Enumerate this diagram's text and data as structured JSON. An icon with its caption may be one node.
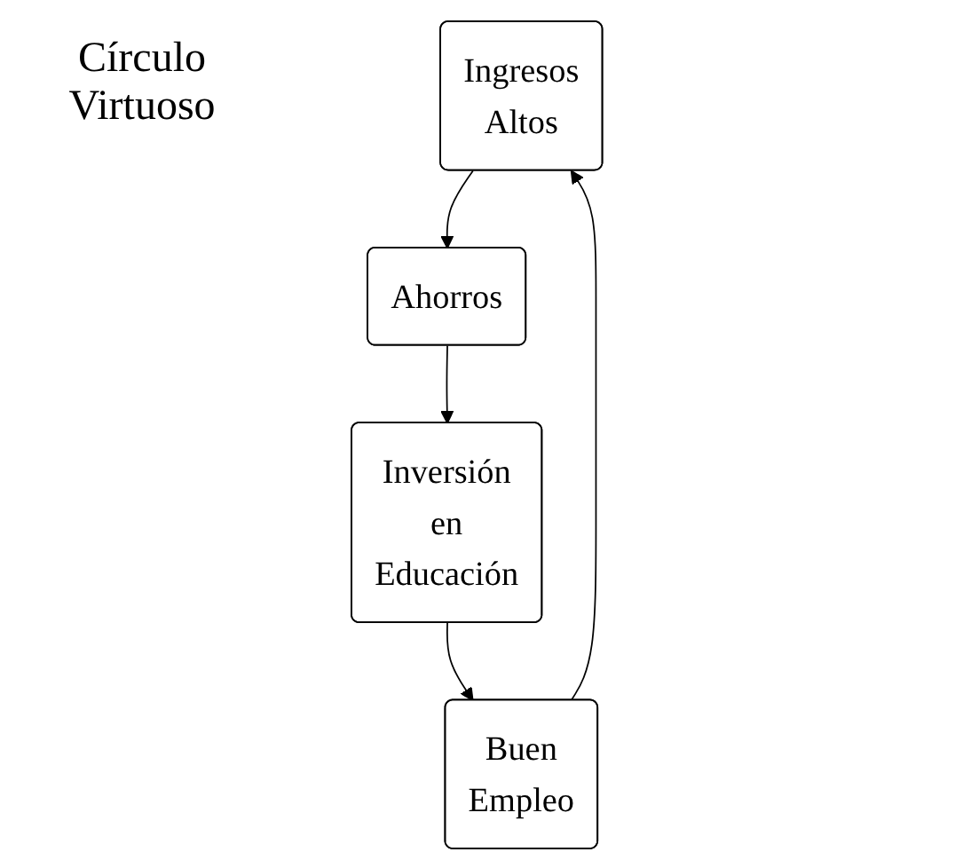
{
  "diagram": {
    "nodes": [
      {
        "text": [
          "Ingresos Altos"
        ]
      },
      {
        "text": [
          "Ahorros"
        ]
      },
      {
        "text": [
          "Inversión en Educación"
        ]
      },
      {
        "text": [
          "Buen Empleo"
        ]
      }
    ],
    "edges": [
      {
        "from": 0,
        "to": 1,
        "arrow": "to"
      },
      {
        "from": 1,
        "to": 2,
        "arrow": "to"
      },
      {
        "from": 2,
        "to": 3,
        "arrow": "to"
      },
      {
        "from": 3,
        "to": 0,
        "arrow": "to"
      }
    ],
    "labels": [
      "Círculo Virtuoso"
    ]
  }
}
